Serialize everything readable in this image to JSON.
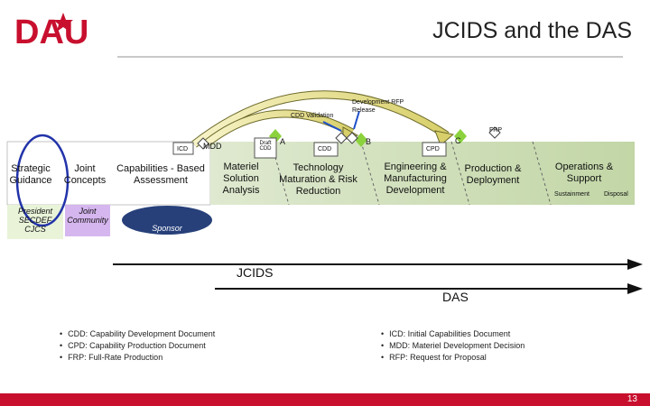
{
  "header": {
    "title": "JCIDS and the DAS"
  },
  "logo": {
    "text": "DAU",
    "color": "#c8102e"
  },
  "phases": {
    "strategic": "Strategic Guidance",
    "joint_concepts": "Joint Concepts",
    "cba": "Capabilities - Based Assessment",
    "msa": "Materiel Solution Analysis",
    "tmrr": "Technology Maturation & Risk Reduction",
    "emd": "Engineering & Manufacturing Development",
    "pd": "Production & Deployment",
    "os": "Operations & Support",
    "sustainment": "Sustainment",
    "disposal": "Disposal"
  },
  "actors": {
    "president": "President SECDEF CJCS",
    "joint_community": "Joint Community",
    "sponsor": "Sponsor"
  },
  "documents": {
    "icd": "ICD",
    "mdd": "MDD",
    "draft_cdd": "Draft CDD",
    "cdd": "CDD",
    "cpd": "CPD"
  },
  "milestones": {
    "a": "A",
    "b": "B",
    "c": "C"
  },
  "annotations": {
    "dev_rfp": "Development RFP Release",
    "cdd_validation": "CDD Validation",
    "frp": "FRP"
  },
  "timelines": {
    "jcids": "JCIDS",
    "das": "DAS"
  },
  "glossary_left": [
    "CDD: Capability Development Document",
    "CPD: Capability Production Document",
    "FRP: Full-Rate Production"
  ],
  "glossary_right": [
    "ICD: Initial Capabilities Document",
    "MDD: Materiel Development Decision",
    "RFP: Request for Proposal"
  ],
  "footer": {
    "page": "13",
    "color": "#c8102e"
  }
}
